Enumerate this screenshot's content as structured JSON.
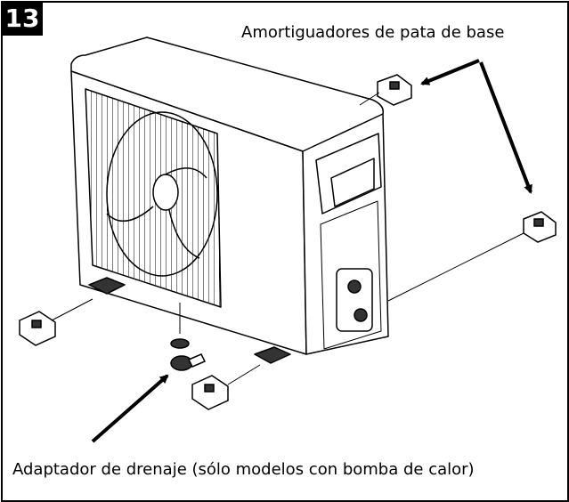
{
  "figure": {
    "step_number": "13",
    "label_dampers": "Amortiguadores de pata de base",
    "label_drain_adapter": "Adaptador de drenaje (sólo modelos con bomba de calor)"
  },
  "colors": {
    "line": "#000000",
    "background": "#ffffff",
    "badge_bg": "#000000",
    "badge_text": "#ffffff"
  },
  "icons": [
    "outdoor-unit-illustration",
    "damper-pad-icon",
    "drain-adapter-icon",
    "arrow-icon"
  ]
}
